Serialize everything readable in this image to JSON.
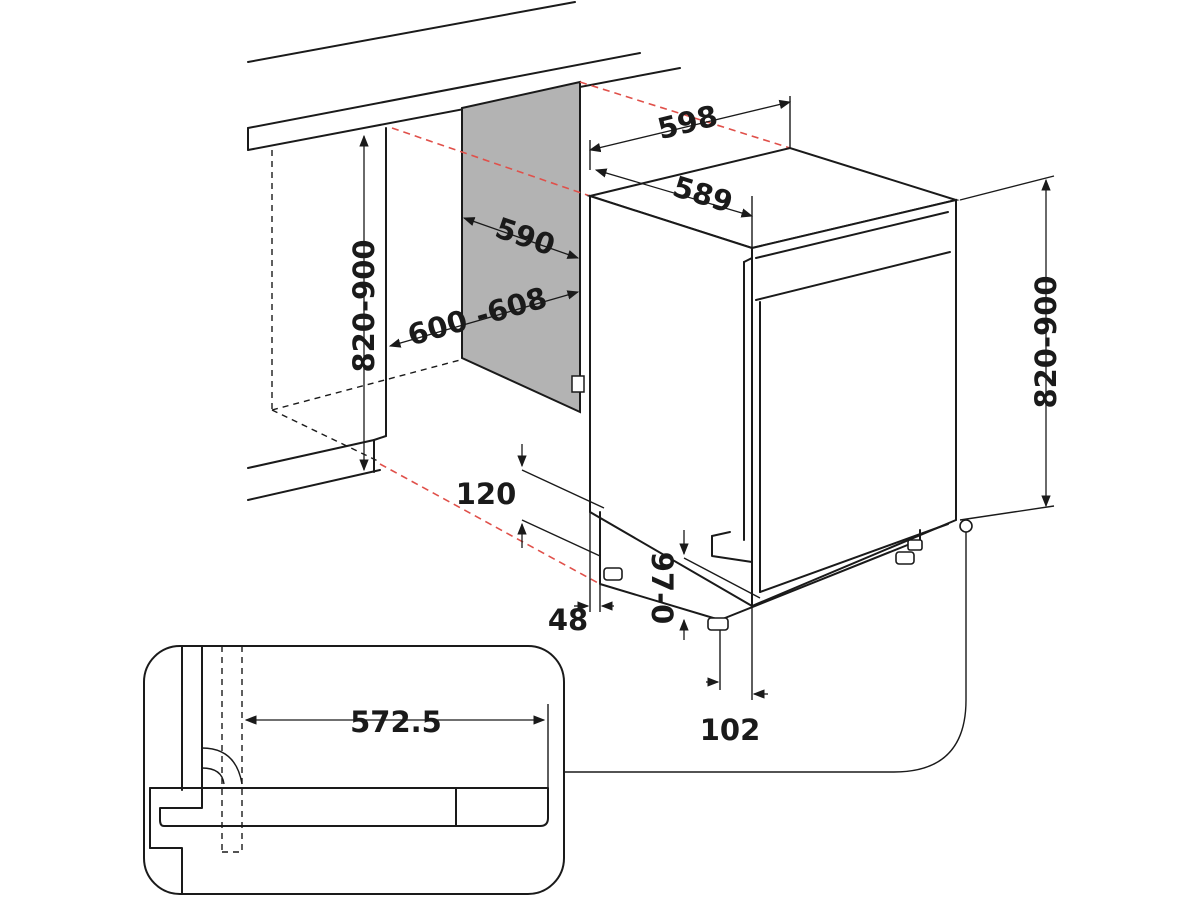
{
  "colors": {
    "line": "#1a1a1a",
    "guide_dash": "#e0504a",
    "panel_fill": "#b3b3b3",
    "background": "#ffffff"
  },
  "dimensions": {
    "top_width": "598",
    "top_depth": "589",
    "niche_depth": "590",
    "niche_width": "600 -608",
    "niche_height": "820-900",
    "appliance_height": "820-900",
    "plinth_height": "120",
    "plinth_setback": "48",
    "feet_adjust": "97-0",
    "door_offset": "102",
    "detail_depth": "572.5"
  }
}
